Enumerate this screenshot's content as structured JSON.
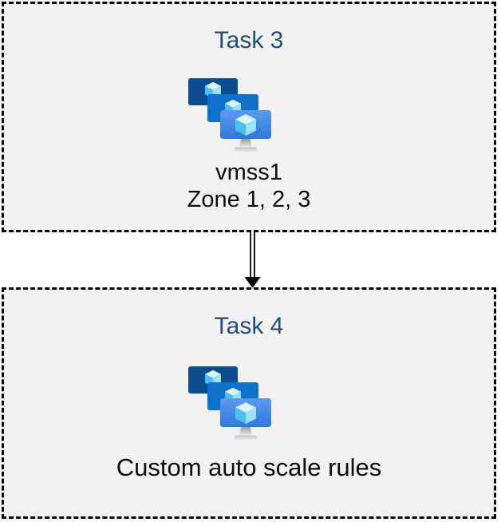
{
  "boxes": [
    {
      "title": "Task 3",
      "icon": "vmss-icon",
      "lines": [
        "vmss1",
        "Zone 1, 2, 3"
      ]
    },
    {
      "title": "Task 4",
      "icon": "vmss-icon",
      "lines": [
        "Custom auto scale rules"
      ]
    }
  ],
  "connector": {
    "type": "double-line-arrow",
    "direction": "down",
    "from": "Task 3",
    "to": "Task 4"
  },
  "colors": {
    "page_background": "#ffffff",
    "box_background": "#f2f2f2",
    "box_border": "#000000",
    "title_text": "#1f4e79",
    "body_text": "#0d0d0d",
    "arrow": "#000000"
  },
  "icon_colors": {
    "monitor_back": "#0b4d8f",
    "monitor_middle": "#0e72cc",
    "monitor_front_top": "#5a9bee",
    "monitor_front_bottom": "#2e79dc",
    "cube_top": "#d9f3fd",
    "cube_left": "#49c0ee",
    "cube_right": "#9ae1f9",
    "stand_dark": "#9e9e9e",
    "stand_light": "#e9e9e9"
  }
}
